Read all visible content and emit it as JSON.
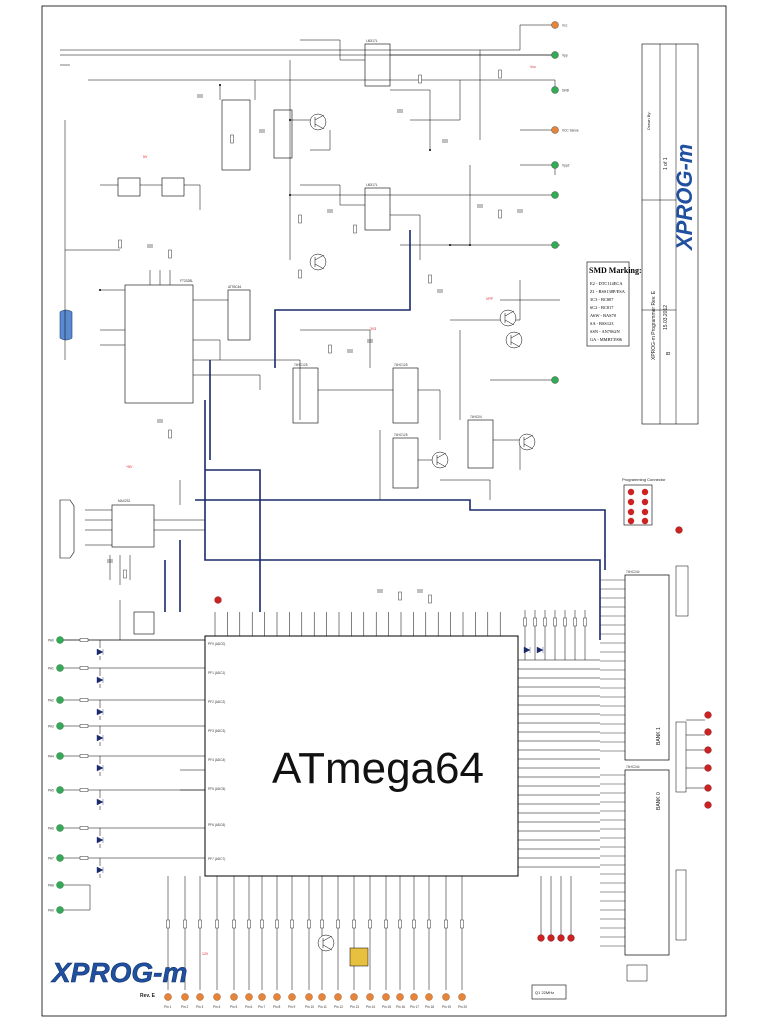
{
  "chip": {
    "name": "ATmega64",
    "left_label": "PF0 (ADC0)",
    "pf_labels": [
      "PF0 (ADC0)",
      "PF1 (ADC1)",
      "PF2 (ADC2)",
      "PF3 (ADC3)",
      "PF4 (ADC4)",
      "PF5 (ADC5)",
      "PF6 (ADC6)",
      "PF7 (ADC7)"
    ]
  },
  "logo": {
    "text": "XPROG-m",
    "revision": "Rev. E"
  },
  "title_block": {
    "product": "XPROG-m",
    "title": "XPROG-m Programmer Rev. E",
    "date": "15.03.2012",
    "sheet": "1 of 1",
    "size": "B",
    "drawn_by": "Drawn By:"
  },
  "smd": {
    "heading": "SMD Marking:",
    "lines": [
      "E2 - DTC114ECA",
      "Z1 - BSS138P/ESA",
      "3C3 - BC807",
      "6C2 - BC817",
      "A6W - BAS70",
      "SA - BSS123",
      "SSN - AN7062N",
      "GA - MMBT3906"
    ]
  },
  "connector_label": "Programming Connector",
  "banks": {
    "bank1": "BANK 1",
    "bank0": "BANK 0"
  },
  "ics": [
    "LM317L",
    "LM317L",
    "FT232BL",
    "MAX232",
    "74HC125",
    "74HC125",
    "74HC125",
    "74HC04",
    "AT93C46",
    "74HC244",
    "74HC244"
  ],
  "crystal": "Q1 22MHz",
  "power_labels": [
    "5V",
    "+5V",
    "Vcc",
    "VPP",
    "3V3",
    "12V"
  ],
  "ports_left": [
    "PA0",
    "PA1",
    "PA2",
    "PA3",
    "PA4",
    "PA5",
    "PA6",
    "PA7",
    "PA8",
    "PA9"
  ],
  "ports_bottom": [
    "Pin 1",
    "Pin 2",
    "Pin 3",
    "Pin 4",
    "Pin 5",
    "Pin 6",
    "Pin 7",
    "Pin 8",
    "Pin 9",
    "Pin 10",
    "Pin 11",
    "Pin 12",
    "Pin 13",
    "Pin 14",
    "Pin 15",
    "Pin 16",
    "Pin 17",
    "Pin 18",
    "Pin 19",
    "Pin 20"
  ],
  "ports_right_top": [
    "Vcc",
    "Vpp",
    "GND",
    "VCC Sense",
    "Vpp2"
  ],
  "colors": {
    "wire": "#000000",
    "red_dot": "#cc2222",
    "green_dot": "#33aa55",
    "orange_dot": "#e6843a",
    "logo_blue": "#2050a0"
  }
}
